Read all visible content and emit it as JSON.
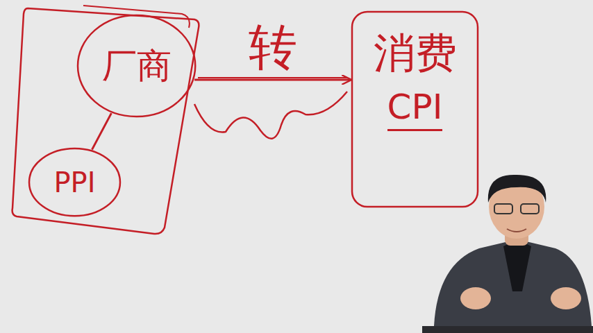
{
  "diagram": {
    "nodes": [
      {
        "text": [
          "厂商"
        ]
      },
      {
        "text": [
          "PPI"
        ]
      },
      {
        "text": [
          "消费",
          "CPI"
        ]
      }
    ],
    "edges": [
      {
        "from": 0,
        "to": 1,
        "arrow": "none"
      },
      {
        "from": 0,
        "to": 2,
        "label": "转",
        "arrow": "to"
      }
    ]
  }
}
